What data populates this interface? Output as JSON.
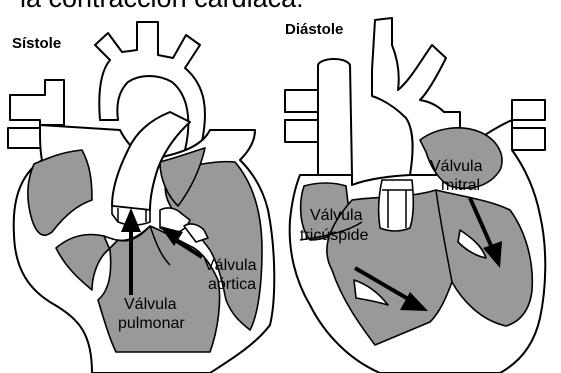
{
  "caption": "la contracción cardiaca:",
  "panels": {
    "left": {
      "title": "Sístole",
      "labels": {
        "aortic_line1": "Válvula",
        "aortic_line2": "aórtica",
        "pulmonary_line1": "Válvula",
        "pulmonary_line2": "pulmonar"
      }
    },
    "right": {
      "title": "Diástole",
      "labels": {
        "tricuspid_line1": "Válvula",
        "tricuspid_line2": "tricúspide",
        "mitral_line1": "Válvula",
        "mitral_line2": "mitral"
      }
    }
  },
  "colors": {
    "chamber": "#999999",
    "outline": "#000000",
    "background": "#ffffff"
  }
}
